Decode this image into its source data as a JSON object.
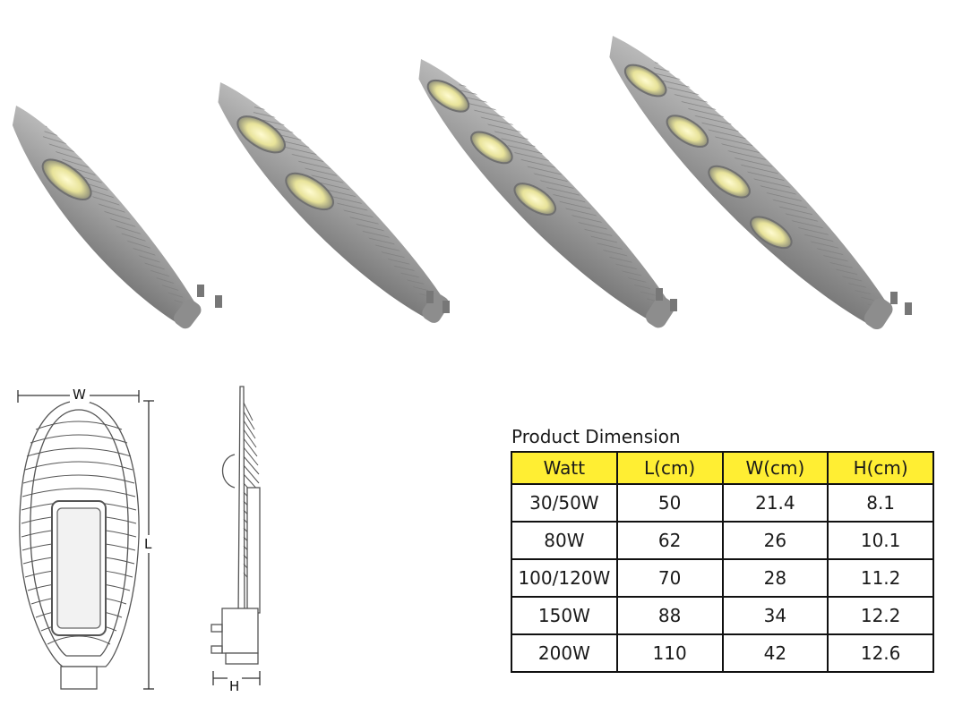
{
  "drawing_labels": {
    "width": "W",
    "length": "L",
    "height": "H"
  },
  "table": {
    "caption": "Product Dimension",
    "header_color": "#ffee33",
    "columns": [
      "Watt",
      "L(cm)",
      "W(cm)",
      "H(cm)"
    ],
    "rows": [
      [
        "30/50W",
        "50",
        "21.4",
        "8.1"
      ],
      [
        "80W",
        "62",
        "26",
        "10.1"
      ],
      [
        "100/120W",
        "70",
        "28",
        "11.2"
      ],
      [
        "150W",
        "88",
        "34",
        "12.2"
      ],
      [
        "200W",
        "110",
        "42",
        "12.6"
      ]
    ]
  }
}
